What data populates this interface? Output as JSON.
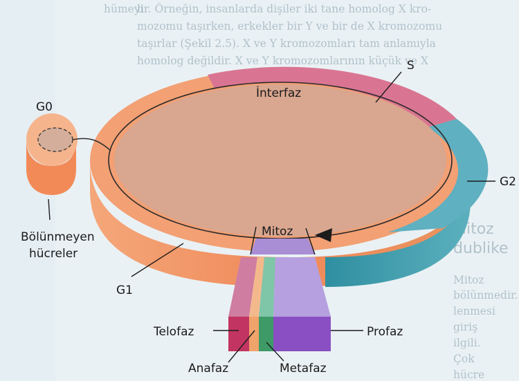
{
  "labels": {
    "interfaz": "İnterfaz",
    "s": "S",
    "g2": "G2",
    "g0": "G0",
    "bolunmeyen_1": "Bölünmeyen",
    "bolunmeyen_2": "hücreler",
    "g1": "G1",
    "mitoz": "Mitoz",
    "telofaz": "Telofaz",
    "anafaz": "Anafaz",
    "metafaz": "Metafaz",
    "profaz": "Profaz"
  },
  "background_text": {
    "lines": [
      "lir. Örneğin, insanlarda dişiler iki tane homolog X kro-",
      "mozomu taşırken, erkekler bir Y ve bir de X kromozomu",
      "taşırlar (Şekil 2.5). X ve Y kromozomları tam anlamıyla",
      "homolog değildir. X ve Y kromozomlarının küçük ve X"
    ],
    "heading_1": "Mitoz",
    "heading_2": "dublike",
    "right_lines": [
      "Mitoz",
      "bölünmedir.",
      "lenmesi",
      "giriş",
      "ilgili.",
      "Çok",
      "hücre"
    ]
  },
  "left_text": [
    "hümeyi"
  ]
}
